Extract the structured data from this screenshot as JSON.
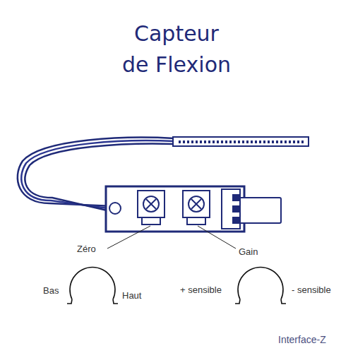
{
  "diagram": {
    "title": "Capteur de Flexion",
    "labels": [
      "Zéro",
      "Gain",
      "Bas",
      "Haut",
      "+ sensible",
      "- sensible",
      "Interface-Z"
    ]
  }
}
